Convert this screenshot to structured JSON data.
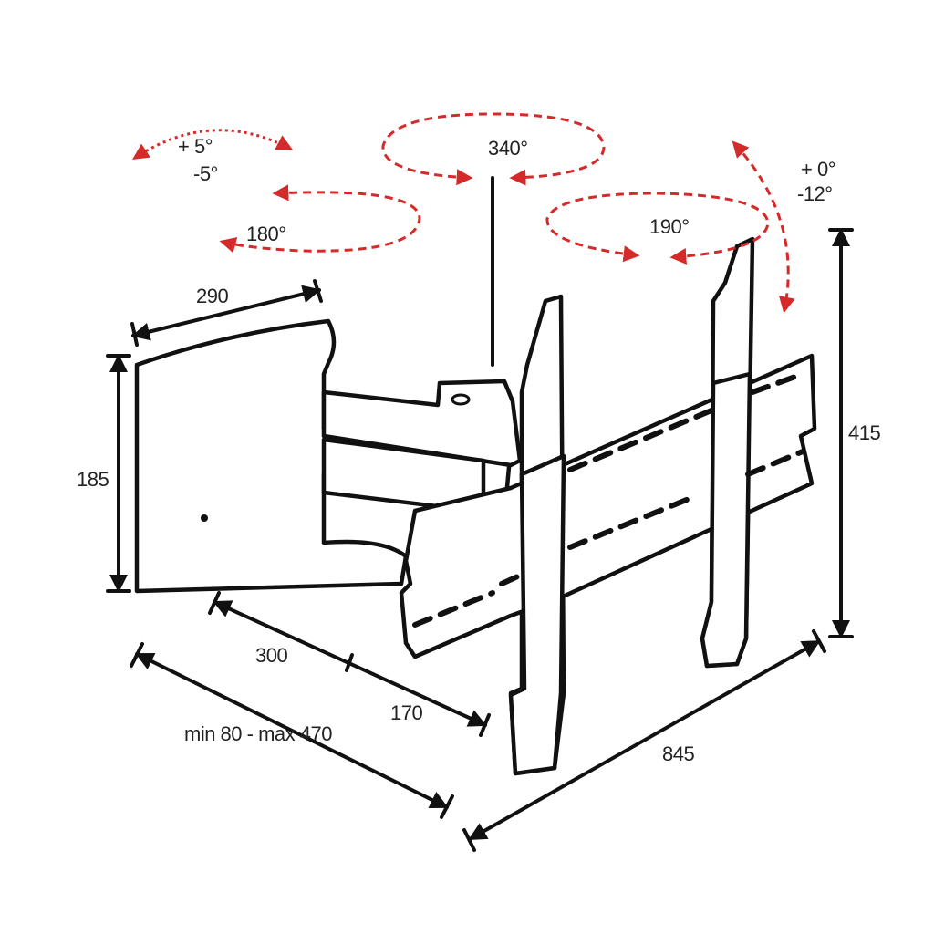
{
  "colors": {
    "line": "#111111",
    "rotation_arrow": "#d42a2a",
    "label": "#222222",
    "background": "#ffffff"
  },
  "rotations": {
    "tilt_plate": [
      "+ 5°",
      "-5°"
    ],
    "swivel_wall": "180°",
    "swivel_middle": "340°",
    "swivel_head": "190°",
    "tilt_head": [
      "+ 0°",
      "-12°"
    ]
  },
  "dimensions": {
    "wall_plate_width": "290",
    "wall_plate_height": "185",
    "arm_length_1": "300",
    "arm_length_2": "170",
    "depth_range": "min 80 - max 470",
    "bracket_width": "845",
    "bracket_height": "415"
  }
}
